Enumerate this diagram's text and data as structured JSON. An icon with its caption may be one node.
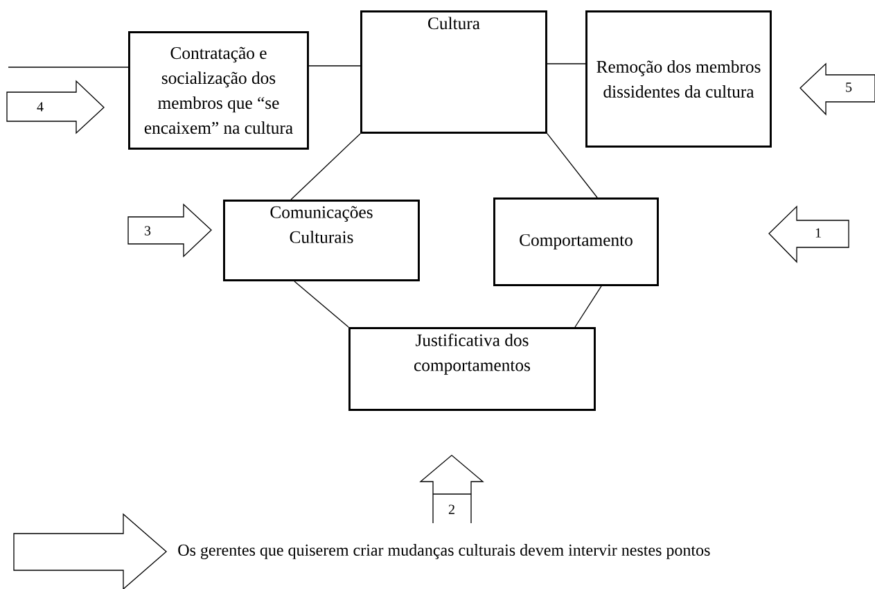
{
  "diagram": {
    "nodes": [
      {
        "text": [
          "Contratação e socialização dos membros que “se encaixem” na cultura"
        ]
      },
      {
        "text": [
          "Cultura"
        ]
      },
      {
        "text": [
          "Remoção dos membros dissidentes da cultura"
        ]
      },
      {
        "text": [
          "Comunicações Culturais"
        ]
      },
      {
        "text": [
          "Comportamento"
        ]
      },
      {
        "text": [
          "Justificativa dos comportamentos"
        ]
      },
      {
        "text": [
          "4"
        ]
      },
      {
        "text": [
          "5"
        ]
      },
      {
        "text": [
          "3"
        ]
      },
      {
        "text": [
          "1"
        ]
      },
      {
        "text": [
          "2"
        ]
      }
    ],
    "edges": [
      {
        "from": null,
        "to": 0,
        "arrow": "none"
      },
      {
        "from": 0,
        "to": 1,
        "arrow": "none"
      },
      {
        "from": 1,
        "to": 2,
        "arrow": "none"
      },
      {
        "from": 1,
        "to": 3,
        "arrow": "none"
      },
      {
        "from": 1,
        "to": 4,
        "arrow": "none"
      },
      {
        "from": 3,
        "to": 5,
        "arrow": "none"
      },
      {
        "from": 4,
        "to": 5,
        "arrow": "none"
      }
    ],
    "legend": [
      {
        "text": "Os gerentes que quiserem criar mudanças culturais devem intervir nestes pontos"
      }
    ]
  }
}
